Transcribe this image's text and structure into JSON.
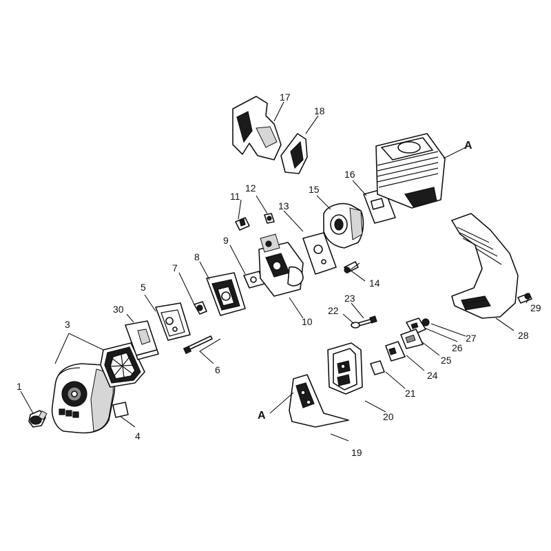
{
  "callouts": {
    "c1": "1",
    "c3": "3",
    "c4": "4",
    "c5": "5",
    "c6": "6",
    "c7": "7",
    "c8": "8",
    "c9": "9",
    "c10": "10",
    "c11": "11",
    "c12": "12",
    "c13": "13",
    "c14": "14",
    "c15": "15",
    "c16": "16",
    "c17": "17",
    "c18": "18",
    "c19": "19",
    "c20": "20",
    "c21": "21",
    "c22": "22",
    "c23": "23",
    "c24": "24",
    "c25": "25",
    "c26": "26",
    "c27": "27",
    "c28": "28",
    "c29": "29",
    "c30": "30"
  },
  "connectors": {
    "top": "A",
    "bottom": "A"
  }
}
